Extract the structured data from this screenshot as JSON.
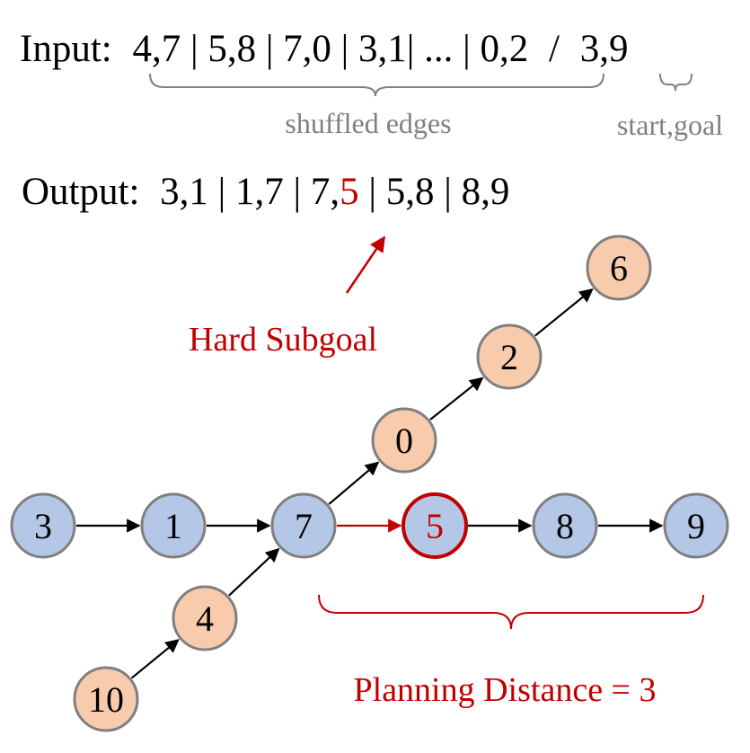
{
  "header": {
    "input_label": "Input:",
    "input_edges": "4,7 | 5,8 | 7,0 | 3,1| ... | 0,2",
    "input_sep": "/",
    "input_query": "3,9",
    "shuffled_caption": "shuffled edges",
    "query_caption": "start,goal",
    "output_label": "Output:",
    "output_pre": "3,1 | 1,7 | 7,",
    "output_highlight": "5",
    "output_post": " | 5,8 | 8,9"
  },
  "annotations": {
    "subgoal_label": "Hard Subgoal",
    "distance_label": "Planning Distance = 3"
  },
  "colors": {
    "path_node": "#b4c7e7",
    "branch_node": "#f8cbad",
    "node_border": "#7f7f7f",
    "highlight": "#c00000",
    "caption_gray": "#808080",
    "text": "#000000"
  },
  "graph": {
    "nodes": [
      {
        "id": "3",
        "label": "3",
        "type": "path"
      },
      {
        "id": "1",
        "label": "1",
        "type": "path"
      },
      {
        "id": "7",
        "label": "7",
        "type": "path"
      },
      {
        "id": "5",
        "label": "5",
        "type": "subgoal"
      },
      {
        "id": "8",
        "label": "8",
        "type": "path"
      },
      {
        "id": "9",
        "label": "9",
        "type": "path"
      },
      {
        "id": "0",
        "label": "0",
        "type": "branch"
      },
      {
        "id": "2",
        "label": "2",
        "type": "branch"
      },
      {
        "id": "6",
        "label": "6",
        "type": "branch"
      },
      {
        "id": "4",
        "label": "4",
        "type": "branch"
      },
      {
        "id": "10",
        "label": "10",
        "type": "branch"
      }
    ],
    "edges": [
      {
        "from": "3",
        "to": "1"
      },
      {
        "from": "1",
        "to": "7"
      },
      {
        "from": "7",
        "to": "5",
        "highlight": true
      },
      {
        "from": "5",
        "to": "8"
      },
      {
        "from": "8",
        "to": "9"
      },
      {
        "from": "7",
        "to": "0"
      },
      {
        "from": "0",
        "to": "2"
      },
      {
        "from": "2",
        "to": "6"
      },
      {
        "from": "10",
        "to": "4"
      },
      {
        "from": "4",
        "to": "7"
      }
    ]
  }
}
